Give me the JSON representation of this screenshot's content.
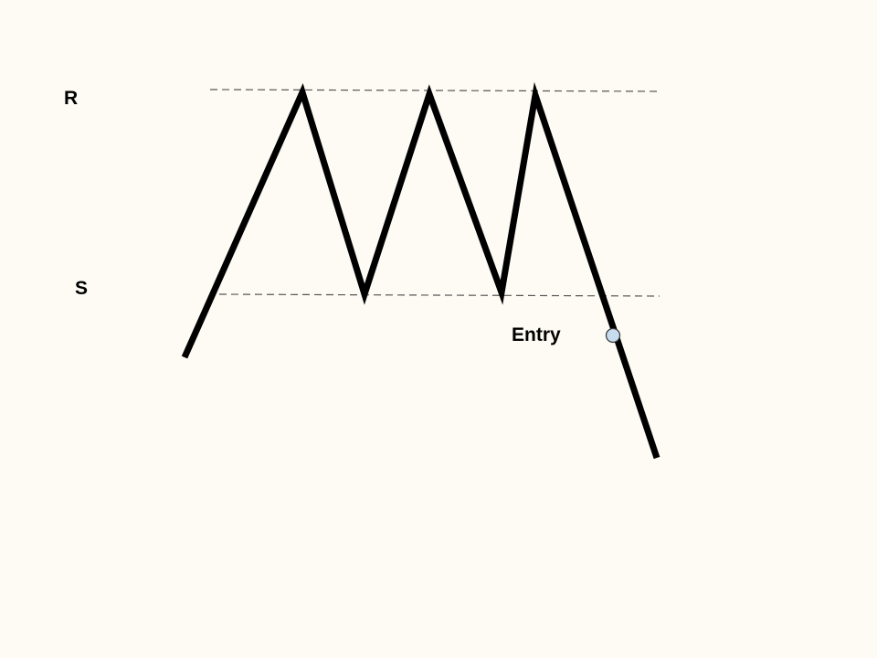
{
  "labels": {
    "resistance": "R",
    "support": "S",
    "entry": "Entry"
  },
  "colors": {
    "background": "#FDFBF3",
    "price_line": "#000000",
    "level_line": "#555555",
    "entry_marker_fill": "#C8DCF0",
    "entry_marker_stroke": "#333333"
  }
}
